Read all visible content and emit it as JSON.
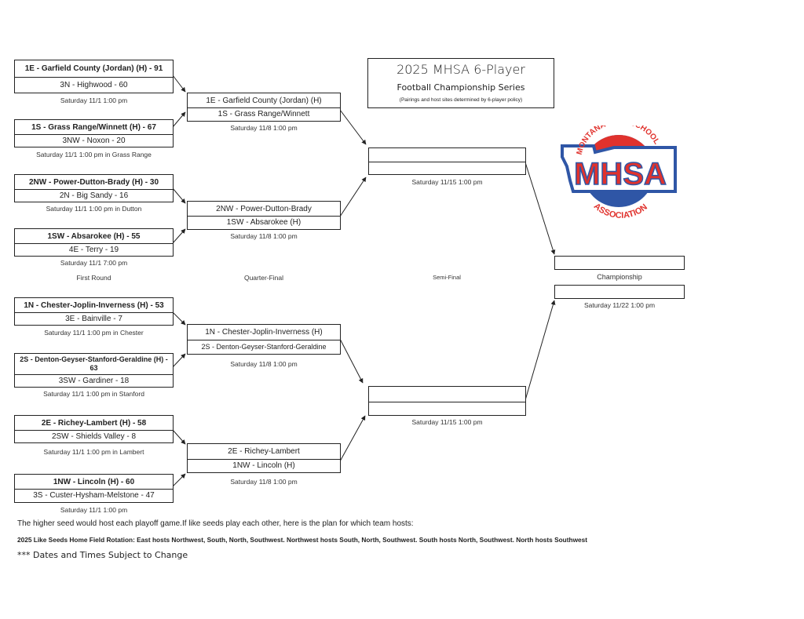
{
  "title": {
    "line1": "2025 MHSA 6-Player",
    "line2": "Football Championship Series",
    "line3": "(Pairings and host sites determined by 6-player policy)"
  },
  "logo": {
    "top_text": "MONTANA HIGH SCHOOL",
    "main_text": "MHSA",
    "bottom_text": "ASSOCIATION",
    "colors": {
      "red": "#e0322d",
      "blue": "#2f56a6",
      "orange": "#e8752a"
    }
  },
  "round_labels": {
    "first": "First Round",
    "quarter": "Quarter-Final",
    "semi": "Semi-Final",
    "championship": "Championship"
  },
  "first_round": [
    {
      "top": "1E - Garfield County (Jordan) (H) - 91",
      "bottom": "3N - Highwood - 60",
      "caption": "Saturday 11/1 1:00 pm"
    },
    {
      "top": "1S - Grass Range/Winnett (H) - 67",
      "bottom": "3NW - Noxon - 20",
      "caption": "Saturday 11/1 1:00 pm in Grass Range"
    },
    {
      "top": "2NW - Power-Dutton-Brady (H) - 30",
      "bottom": "2N - Big Sandy - 16",
      "caption": "Saturday 11/1 1:00 pm in Dutton"
    },
    {
      "top": "1SW - Absarokee (H) - 55",
      "bottom": "4E - Terry - 19",
      "caption": "Saturday 11/1 7:00 pm"
    },
    {
      "top": "1N - Chester-Joplin-Inverness (H) - 53",
      "bottom": "3E - Bainville - 7",
      "caption": "Saturday 11/1 1:00 pm in Chester"
    },
    {
      "top": "2S - Denton-Geyser-Stanford-Geraldine (H) - 63",
      "bottom": "3SW - Gardiner - 18",
      "caption": "Saturday 11/1 1:00 pm in Stanford"
    },
    {
      "top": "2E - Richey-Lambert (H) - 58",
      "bottom": "2SW - Shields Valley - 8",
      "caption": "Saturday 11/1 1:00 pm in Lambert"
    },
    {
      "top": "1NW - Lincoln (H) - 60",
      "bottom": "3S - Custer-Hysham-Melstone - 47",
      "caption": "Saturday 11/1 1:00 pm"
    }
  ],
  "quarter_final": [
    {
      "top": "1E - Garfield County (Jordan) (H)",
      "bottom": "1S - Grass Range/Winnett",
      "caption": "Saturday 11/8 1:00 pm"
    },
    {
      "top": "2NW - Power-Dutton-Brady",
      "bottom": "1SW - Absarokee (H)",
      "caption": "Saturday 11/8 1:00 pm"
    },
    {
      "top": "1N - Chester-Joplin-Inverness (H)",
      "bottom": "2S - Denton-Geyser-Stanford-Geraldine",
      "caption": "Saturday 11/8 1:00 pm"
    },
    {
      "top": "2E - Richey-Lambert",
      "bottom": "1NW - Lincoln (H)",
      "caption": "Saturday 11/8 1:00 pm"
    }
  ],
  "semi_final": [
    {
      "top": "",
      "bottom": "",
      "caption": "Saturday 11/15 1:00 pm"
    },
    {
      "top": "",
      "bottom": "",
      "caption": "Saturday 11/15 1:00 pm"
    }
  ],
  "championship": {
    "top": "",
    "bottom": "",
    "caption": "Saturday 11/22 1:00 pm"
  },
  "footer": {
    "line1": "The higher seed would host each playoff game.If like seeds play each other, here is the plan for which team hosts:",
    "line2": "2025 Like Seeds Home Field Rotation: East hosts Northwest, South, North, Southwest. Northwest hosts South, North, Southwest. South hosts North, Southwest.  North hosts Southwest",
    "line3": "*** Dates  and Times Subject to Change"
  }
}
